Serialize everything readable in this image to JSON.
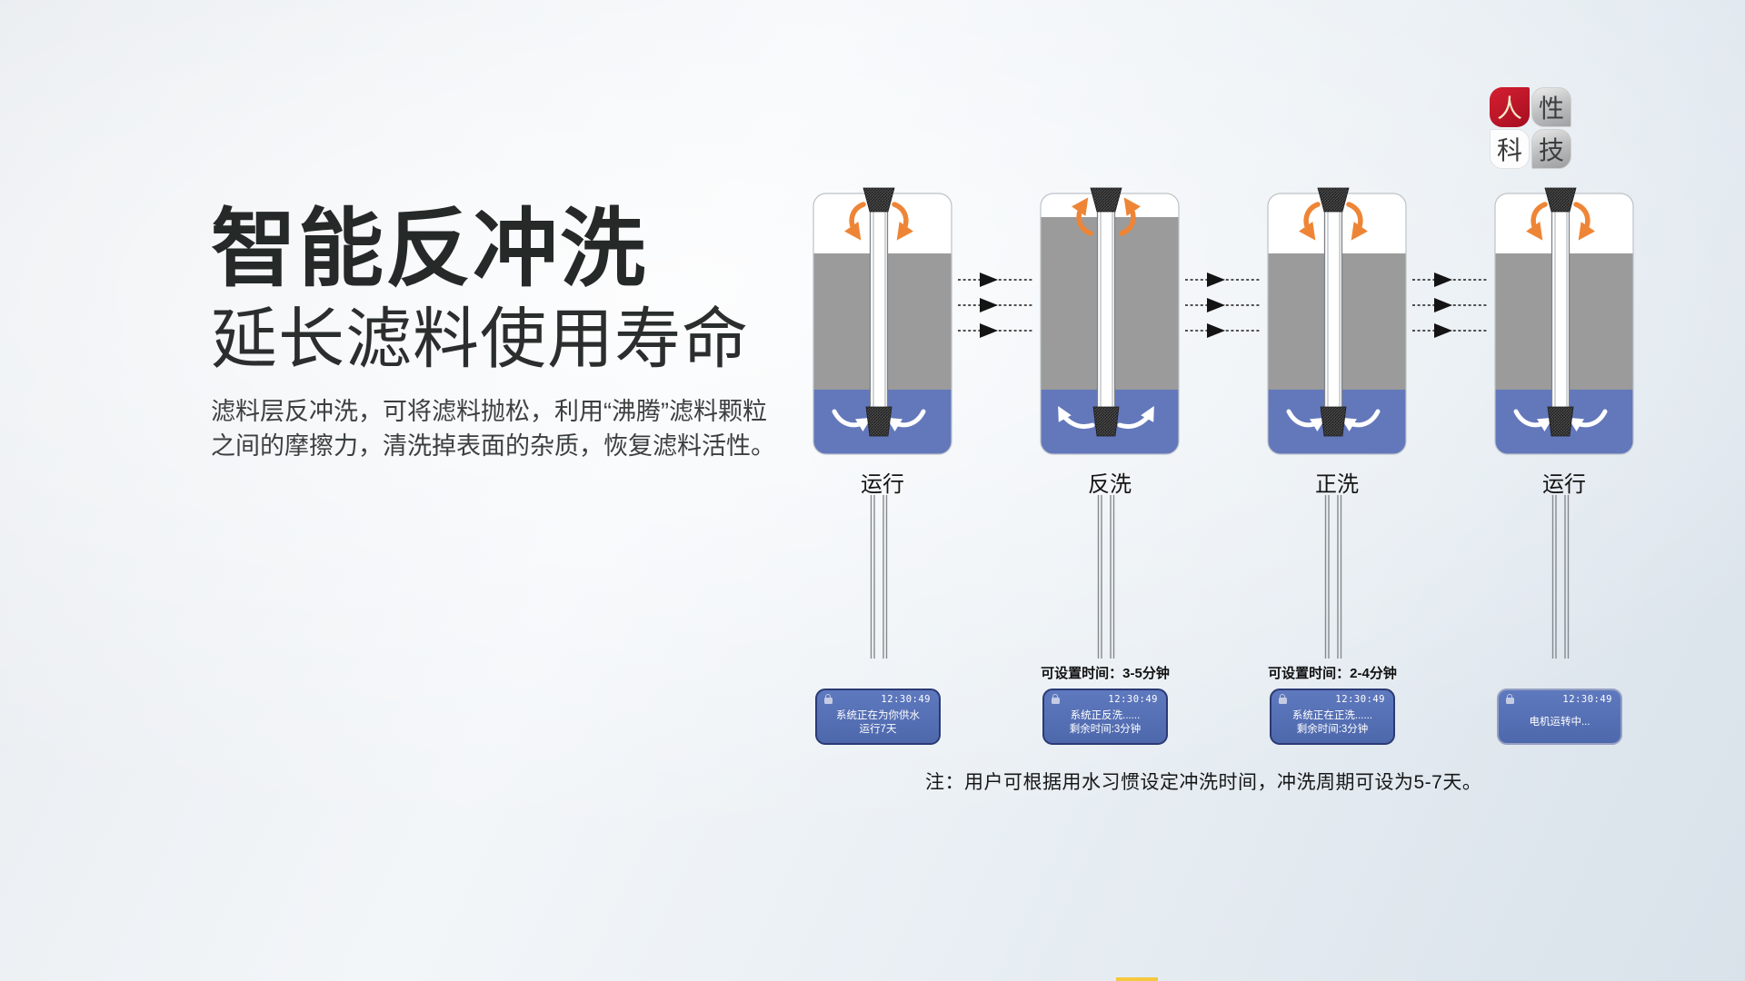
{
  "brand_badge": {
    "tiles": [
      {
        "char": "人"
      },
      {
        "char": "性"
      },
      {
        "char": "科"
      },
      {
        "char": "技"
      }
    ]
  },
  "hero": {
    "title": "智能反冲洗",
    "subtitle": "延长滤料使用寿命",
    "description_lines": [
      "滤料层反冲洗，可将滤料抛松，利用“沸腾”滤料颗粒",
      "之间的摩擦力，清洗掉表面的杂质，恢复滤料活性。"
    ]
  },
  "process": {
    "stages": [
      {
        "label": "运行",
        "variant": "run",
        "settable_time": "",
        "screen": {
          "time": "12:30:49",
          "lines": [
            "系统正在为你供水",
            "运行7天"
          ]
        }
      },
      {
        "label": "反洗",
        "variant": "backwash",
        "settable_time": "可设置时间：3-5分钟",
        "screen": {
          "time": "12:30:49",
          "lines": [
            "系统正反洗......",
            "剩余时间:3分钟"
          ]
        }
      },
      {
        "label": "正洗",
        "variant": "run",
        "settable_time": "可设置时间：2-4分钟",
        "screen": {
          "time": "12:30:49",
          "lines": [
            "系统正在正洗......",
            "剩余时间:3分钟"
          ]
        }
      },
      {
        "label": "运行",
        "variant": "run",
        "settable_time": "",
        "screen": {
          "time": "12:30:49",
          "lines": [
            "电机运转中..."
          ]
        }
      }
    ],
    "connector_count": 3
  },
  "note": "注：用户可根据用水习惯设定冲洗时间，冲洗周期可设为5-7天。",
  "colors": {
    "brand_red": "#c11a2b",
    "media_gray": "#9b9b9b",
    "water_blue": "#6377bb",
    "flow_orange": "#ee8536",
    "tube_arrow_blue": "#4d82c4",
    "screen_blue": "#5570b5",
    "screen_border": "#2b3a74"
  }
}
